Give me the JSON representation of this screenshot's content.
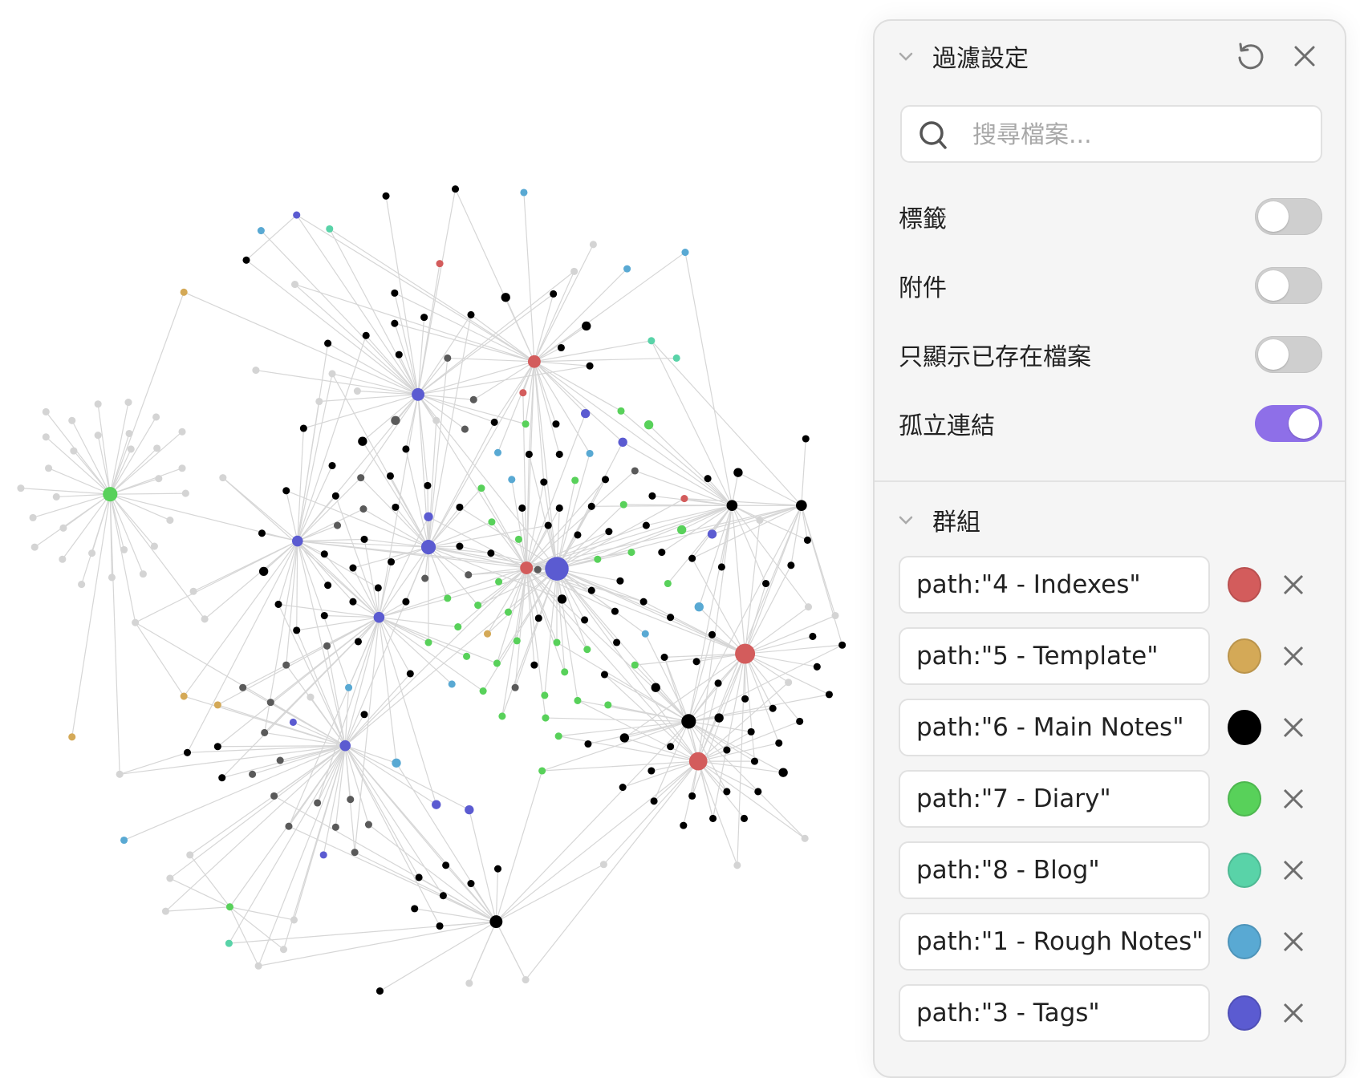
{
  "panel": {
    "filters": {
      "title": "過濾設定",
      "reset_icon": "reset-icon",
      "close_icon": "close-icon",
      "search": {
        "placeholder": "搜尋檔案...",
        "value": ""
      },
      "toggles": [
        {
          "label": "標籤",
          "on": false
        },
        {
          "label": "附件",
          "on": false
        },
        {
          "label": "只顯示已存在檔案",
          "on": false
        },
        {
          "label": "孤立連結",
          "on": true
        }
      ]
    },
    "groups": {
      "title": "群組",
      "items": [
        {
          "query": "path:\"4 - Indexes\"",
          "color": "#d35c5c"
        },
        {
          "query": "path:\"5 - Template\"",
          "color": "#d4a957"
        },
        {
          "query": "path:\"6 - Main Notes\"",
          "color": "#000000"
        },
        {
          "query": "path:\"7 - Diary\"",
          "color": "#58d15a"
        },
        {
          "query": "path:\"8 - Blog\"",
          "color": "#59d3a8"
        },
        {
          "query": "path:\"1 - Rough Notes\"",
          "color": "#59a9d3"
        },
        {
          "query": "path:\"3 - Tags\"",
          "color": "#5b5bd1"
        }
      ]
    }
  },
  "colors": {
    "accent": "#8e6fe8",
    "node_unresolved": "#d4d4d4",
    "node_default": "#5a5a5a",
    "edge": "#d6d6d6"
  }
}
